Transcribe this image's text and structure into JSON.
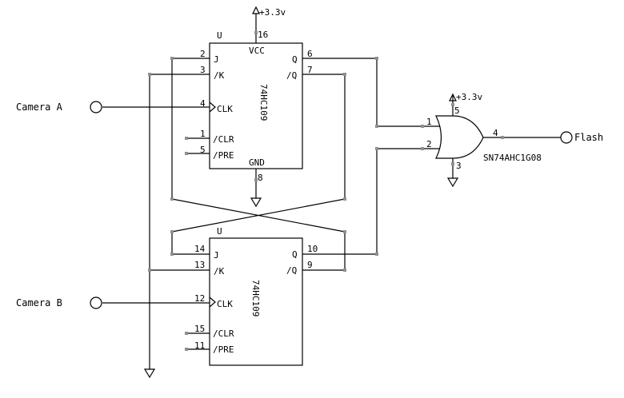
{
  "supply": {
    "top_u1": "+3.3v",
    "gate": "+3.3v"
  },
  "u1": {
    "ref": "U",
    "part": "74HC109",
    "pins": {
      "J": "J",
      "K": "/K",
      "CLK": "CLK",
      "CLR": "/CLR",
      "PRE": "/PRE",
      "Q": "Q",
      "QN": "/Q",
      "VCC": "VCC",
      "GND": "GND"
    },
    "numbers": {
      "J": "2",
      "K": "3",
      "CLK": "4",
      "CLR": "1",
      "PRE": "5",
      "Q": "6",
      "QN": "7",
      "VCC": "16",
      "GND": "8"
    }
  },
  "u2": {
    "ref": "U",
    "part": "74HC109",
    "pins": {
      "J": "J",
      "K": "/K",
      "CLK": "CLK",
      "CLR": "/CLR",
      "PRE": "/PRE",
      "Q": "Q",
      "QN": "/Q"
    },
    "numbers": {
      "J": "14",
      "K": "13",
      "CLK": "12",
      "CLR": "15",
      "PRE": "11",
      "Q": "10",
      "QN": "9"
    }
  },
  "gate": {
    "part": "SN74AHC1G08",
    "numbers": {
      "in1": "1",
      "in2": "2",
      "out": "4",
      "vcc": "5",
      "gnd": "3"
    }
  },
  "ports": {
    "camera_a": "Camera A",
    "camera_b": "Camera B",
    "flash": "Flash"
  }
}
